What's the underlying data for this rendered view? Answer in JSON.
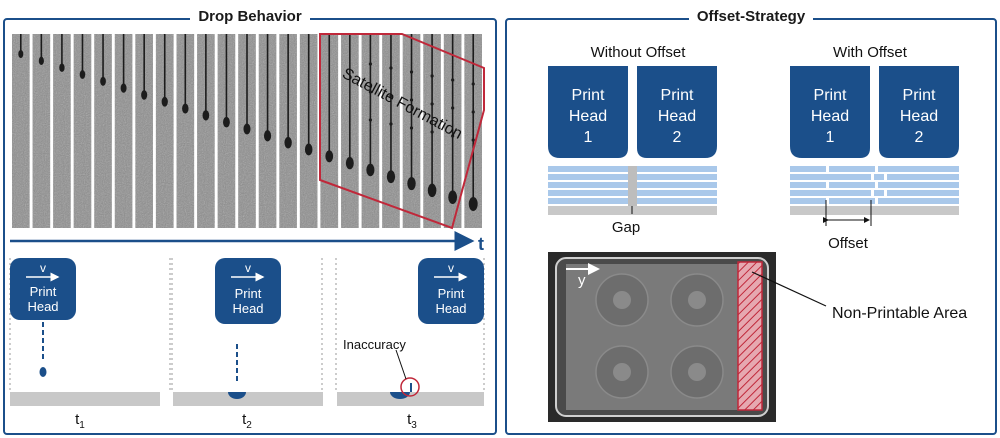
{
  "drop_behavior": {
    "title": "Drop Behavior",
    "satellite_label": "Satellite Formation",
    "time_axis_label": "t",
    "print_head_label": [
      "Print",
      "Head"
    ],
    "velocity_label": "v",
    "inaccuracy_label": "Inaccuracy",
    "time_labels": [
      {
        "base": "t",
        "sub": "1"
      },
      {
        "base": "t",
        "sub": "2"
      },
      {
        "base": "t",
        "sub": "3"
      }
    ]
  },
  "offset_strategy": {
    "title": "Offset-Strategy",
    "without_offset": {
      "title": "Without Offset",
      "heads": [
        {
          "lines": [
            "Print",
            "Head",
            "1"
          ]
        },
        {
          "lines": [
            "Print",
            "Head",
            "2"
          ]
        }
      ],
      "annotation": "Gap"
    },
    "with_offset": {
      "title": "With Offset",
      "heads": [
        {
          "lines": [
            "Print",
            "Head",
            "1"
          ]
        },
        {
          "lines": [
            "Print",
            "Head",
            "2"
          ]
        }
      ],
      "annotation": "Offset"
    },
    "photo_axis_label": "y",
    "non_printable_label": "Non-Printable Area"
  },
  "colors": {
    "head_blue": "#1b4f8a",
    "layer_blue": "#a9c8ea",
    "substrate_gray": "#c8c8c8",
    "satellite_red": "#c0283a",
    "frame_blue": "#1b4f8a"
  }
}
